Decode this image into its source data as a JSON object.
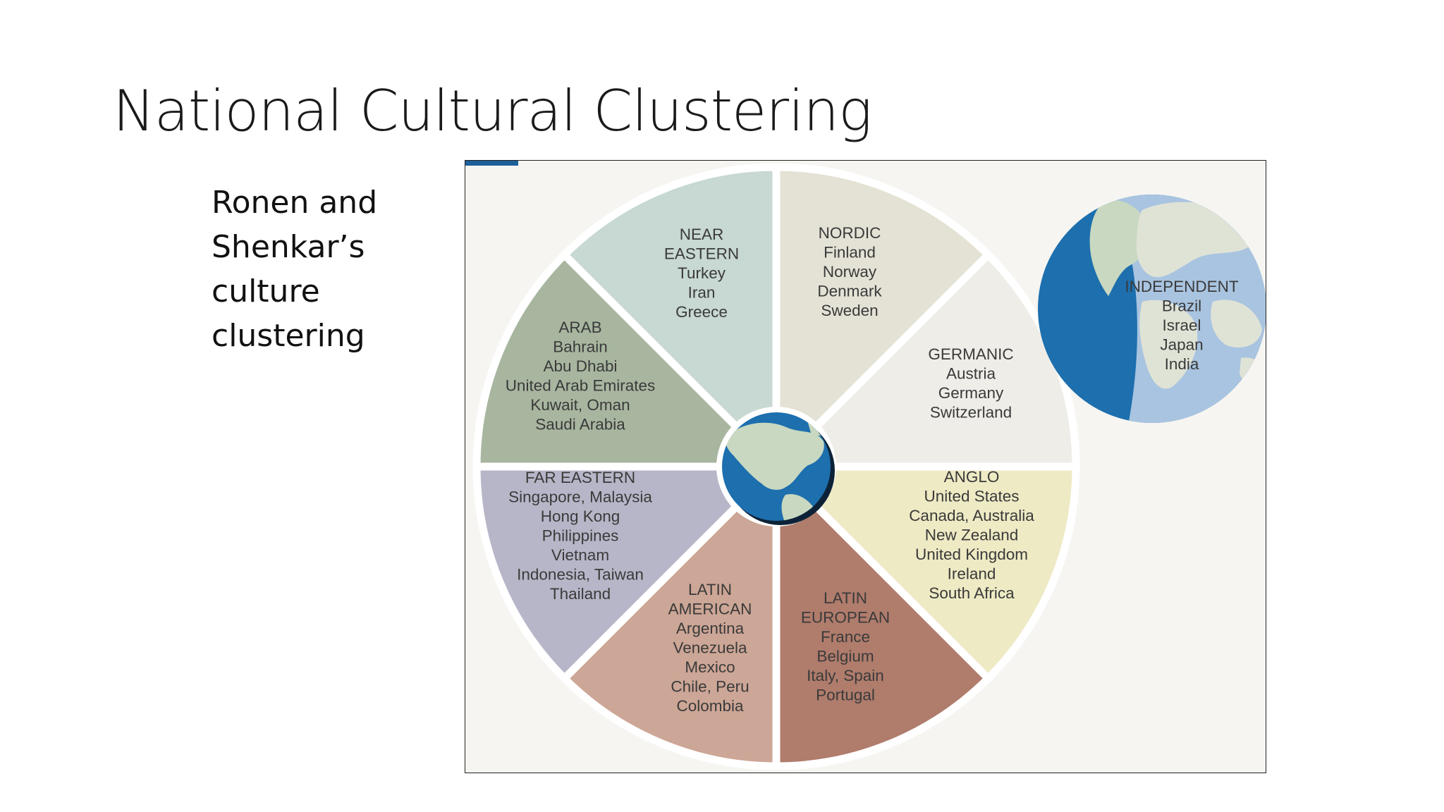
{
  "slide": {
    "title": "National Cultural Clustering",
    "side_text": "Ronen and Shenkar’s culture clustering"
  },
  "diagram": {
    "clusters": [
      {
        "name": "NEAR EASTERN",
        "lines": [
          "NEAR",
          "EASTERN",
          "Turkey",
          "Iran",
          "Greece"
        ],
        "color": "#e4e2d5"
      },
      {
        "name": "NORDIC",
        "lines": [
          "NORDIC",
          "Finland",
          "Norway",
          "Denmark",
          "Sweden"
        ],
        "color": "#eeede8"
      },
      {
        "name": "GERMANIC",
        "lines": [
          "GERMANIC",
          "Austria",
          "Germany",
          "Switzerland"
        ],
        "color": "#eeeac4"
      },
      {
        "name": "ANGLO",
        "lines": [
          "ANGLO",
          "United States",
          "Canada, Australia",
          "New Zealand",
          "United Kingdom",
          "Ireland",
          "South Africa"
        ],
        "color": "#b07c6c"
      },
      {
        "name": "LATIN EUROPEAN",
        "lines": [
          "LATIN",
          "EUROPEAN",
          "France",
          "Belgium",
          "Italy, Spain",
          "Portugal"
        ],
        "color": "#cca696"
      },
      {
        "name": "LATIN AMERICAN",
        "lines": [
          "LATIN",
          "AMERICAN",
          "Argentina",
          "Venezuela",
          "Mexico",
          "Chile, Peru",
          "Colombia"
        ],
        "color": "#b7b6c8"
      },
      {
        "name": "FAR EASTERN",
        "lines": [
          "FAR EASTERN",
          "Singapore, Malaysia",
          "Hong Kong",
          "Philippines",
          "Vietnam",
          "Indonesia, Taiwan",
          "Thailand"
        ],
        "color": "#a8b6a0"
      },
      {
        "name": "ARAB",
        "lines": [
          "ARAB",
          "Bahrain",
          "Abu Dhabi",
          "United Arab Emirates",
          "Kuwait, Oman",
          "Saudi Arabia"
        ],
        "color": "#c8d8d2"
      }
    ],
    "independent": {
      "lines": [
        "INDEPENDENT",
        "Brazil",
        "Israel",
        "Japan",
        "India"
      ]
    },
    "globe_icon": "globe-icon",
    "colors": {
      "ocean": "#1d6fae",
      "land": "#c9d8c0",
      "night_ocean": "#a9c4e0",
      "night_land": "#dfe3d6"
    }
  }
}
